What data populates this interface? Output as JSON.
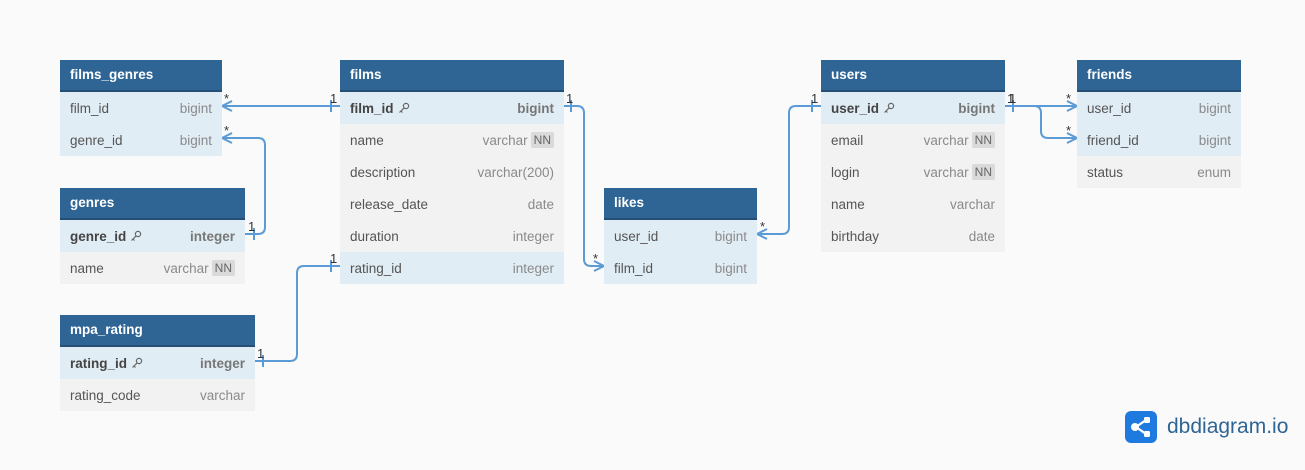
{
  "tables": {
    "films_genres": {
      "title": "films_genres",
      "columns": [
        {
          "name": "film_id",
          "type": "bigint"
        },
        {
          "name": "genre_id",
          "type": "bigint"
        }
      ]
    },
    "genres": {
      "title": "genres",
      "columns": [
        {
          "name": "genre_id",
          "type": "integer"
        },
        {
          "name": "name",
          "type": "varchar",
          "constraint": "NN"
        }
      ]
    },
    "mpa_rating": {
      "title": "mpa_rating",
      "columns": [
        {
          "name": "rating_id",
          "type": "integer"
        },
        {
          "name": "rating_code",
          "type": "varchar"
        }
      ]
    },
    "films": {
      "title": "films",
      "columns": [
        {
          "name": "film_id",
          "type": "bigint"
        },
        {
          "name": "name",
          "type": "varchar",
          "constraint": "NN"
        },
        {
          "name": "description",
          "type": "varchar(200)"
        },
        {
          "name": "release_date",
          "type": "date"
        },
        {
          "name": "duration",
          "type": "integer"
        },
        {
          "name": "rating_id",
          "type": "integer"
        }
      ]
    },
    "likes": {
      "title": "likes",
      "columns": [
        {
          "name": "user_id",
          "type": "bigint"
        },
        {
          "name": "film_id",
          "type": "bigint"
        }
      ]
    },
    "users": {
      "title": "users",
      "columns": [
        {
          "name": "user_id",
          "type": "bigint"
        },
        {
          "name": "email",
          "type": "varchar",
          "constraint": "NN"
        },
        {
          "name": "login",
          "type": "varchar",
          "constraint": "NN"
        },
        {
          "name": "name",
          "type": "varchar"
        },
        {
          "name": "birthday",
          "type": "date"
        }
      ]
    },
    "friends": {
      "title": "friends",
      "columns": [
        {
          "name": "user_id",
          "type": "bigint"
        },
        {
          "name": "friend_id",
          "type": "bigint"
        },
        {
          "name": "status",
          "type": "enum"
        }
      ]
    }
  },
  "cardinality": {
    "one": "1",
    "many": "*"
  },
  "brand": {
    "name": "dbdiagram.io"
  },
  "colors": {
    "header": "#2f6594",
    "link": "#5b9bd5",
    "ref_row": "#e1edf5",
    "row": "#f2f2f2"
  }
}
